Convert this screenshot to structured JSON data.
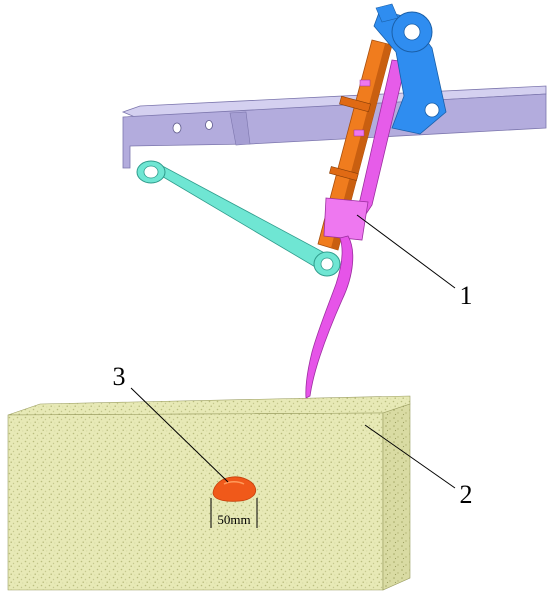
{
  "callouts": [
    {
      "label": "1"
    },
    {
      "label": "2"
    },
    {
      "label": "3"
    }
  ],
  "dimension": {
    "label": "50mm"
  },
  "colors": {
    "frame": "#b3acdd",
    "link": "#5fe0cc",
    "cylinder": "#f07c1e",
    "cylinder_end": "#2f8df0",
    "pick": "#e658e8",
    "block": "#e9ebb8",
    "inclusion": "#f05a14"
  }
}
